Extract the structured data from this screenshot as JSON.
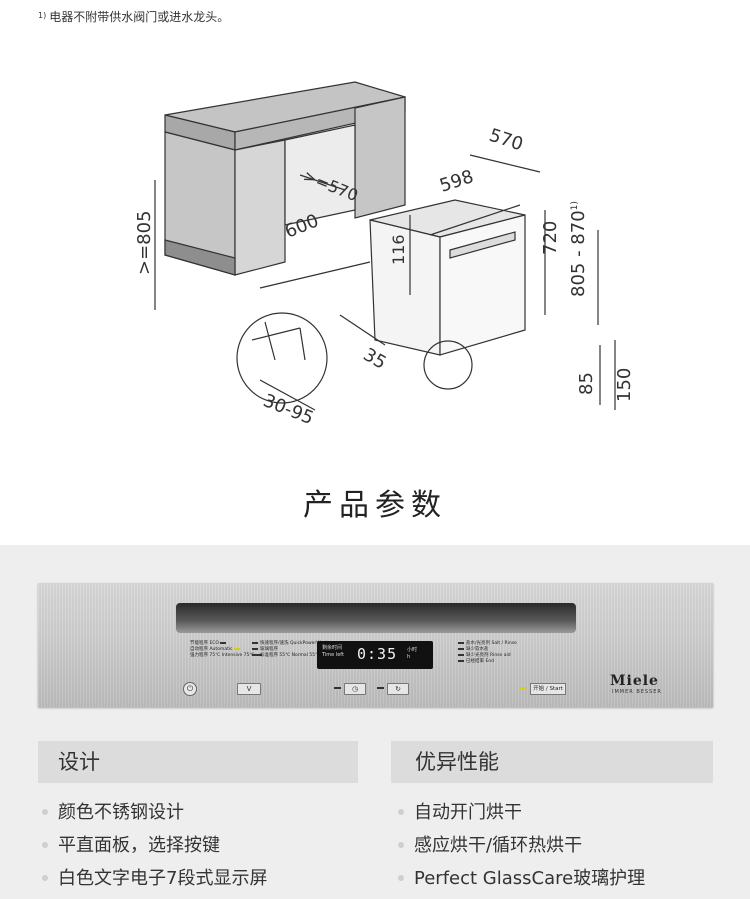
{
  "footnote": {
    "marker": "1)",
    "text": "电器不附带供水阀门或进水龙头。"
  },
  "diagram": {
    "dim_ge570": ">=570",
    "dim_600": "600",
    "dim_ge805": ">=805",
    "dim_570": "570",
    "dim_598": "598",
    "dim_116": "116",
    "dim_720": "720",
    "dim_805_870": "805 - 870",
    "dim_805_870_note": "1)",
    "dim_35": "35",
    "dim_30_95": "30-95",
    "dim_85": "85",
    "dim_150": "150"
  },
  "section_title": "产品参数",
  "control_panel": {
    "display_label_cn": "剩余时间",
    "display_label_en": "Time left",
    "display_time": "0:35",
    "display_unit_cn": "小时",
    "display_unit_en": "h",
    "left_options": [
      {
        "cn": "节能程序",
        "en": "ECO"
      },
      {
        "cn": "自动程序",
        "en": "Automatic"
      },
      {
        "cn": "强力程序 75℃",
        "en": "Intensive 75℃"
      }
    ],
    "mid_options": [
      {
        "cn": "快速程序/速洗",
        "en": "QuickPowerWash"
      },
      {
        "cn": "玻璃程序",
        "en": ""
      },
      {
        "cn": "标准程序 55℃",
        "en": "Normal 55℃"
      }
    ],
    "right_options": [
      {
        "cn": "盐水/光亮剂",
        "en": "Salt / Rinse"
      },
      {
        "cn": "缺少软水盐",
        "en": ""
      },
      {
        "cn": "缺少光亮剂",
        "en": "Rinse aid"
      },
      {
        "cn": "已经结束",
        "en": "End"
      }
    ],
    "start_label": "开始 / Start",
    "down_button": "V",
    "power_symbol": "⏻",
    "timer_symbol": "◷",
    "cycle_symbol": "↻",
    "brand": "Miele",
    "brand_sub": "IMMER BESSER"
  },
  "design": {
    "title": "设计",
    "items": [
      "颜色不锈钢设计",
      "平直面板，选择按键",
      "白色文字电子7段式显示屏"
    ]
  },
  "performance": {
    "title": "优异性能",
    "items": [
      "自动开门烘干",
      "感应烘干/循环热烘干",
      "Perfect GlassCare玻璃护理"
    ]
  }
}
